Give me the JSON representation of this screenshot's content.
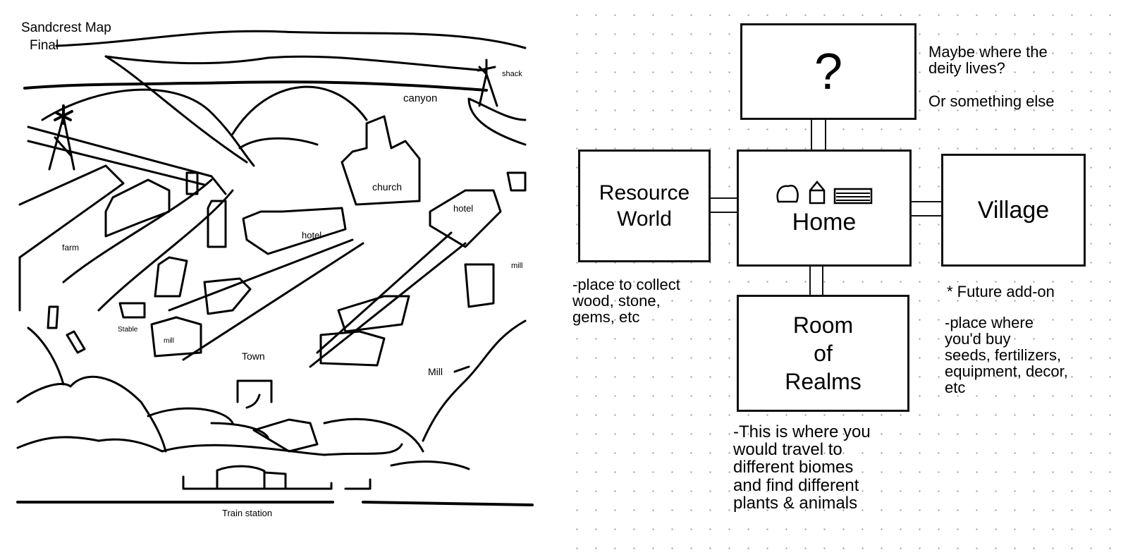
{
  "map": {
    "title": "Sandcrest Map",
    "subtitle": "Final",
    "labels": {
      "canyon": "canyon",
      "shack": "shack",
      "church": "church",
      "hotel_center": "hotel",
      "hotel_right": "hotel",
      "farm": "farm",
      "mill_right": "mill",
      "stable": "Stable",
      "mill_small": "mill",
      "town": "Town",
      "mill": "Mill",
      "train_station": "Train station"
    }
  },
  "board": {
    "mystery": {
      "label": "?",
      "note_1": "Maybe where the deity lives?",
      "note_2": "Or something else"
    },
    "resource_world": {
      "label": "Resource\nWorld",
      "note": "-place to collect\nwood, stone,\ngems, etc"
    },
    "home": {
      "label": "Home"
    },
    "village": {
      "label": "Village",
      "note_1": "* Future add-on",
      "note_2": "-place where\nyou'd buy\nseeds, fertilizers,\nequipment, decor,\netc"
    },
    "room_of_realms": {
      "label": "Room\nof\nRealms",
      "note": "-This is where you\nwould travel to\ndifferent biomes\nand find different\nplants & animals"
    }
  }
}
